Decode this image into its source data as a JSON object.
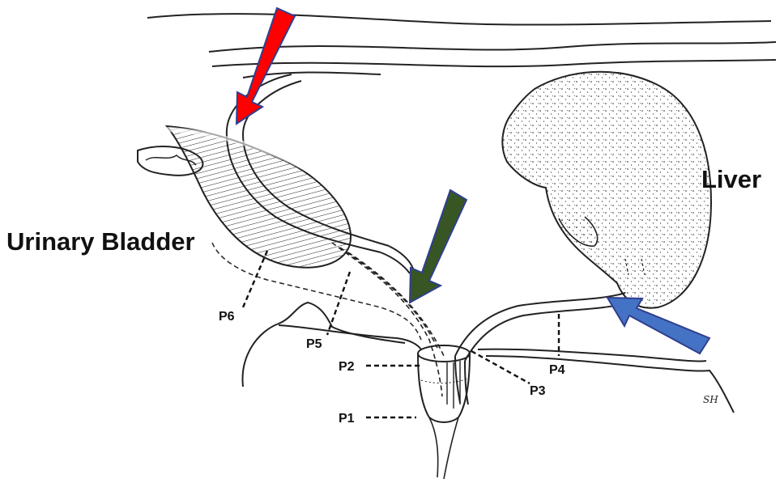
{
  "labels": {
    "liver": "Liver",
    "bladder": "Urinary Bladder",
    "p1": "P1",
    "p2": "P2",
    "p3": "P3",
    "p4": "P4",
    "p5": "P5",
    "p6": "P6",
    "signature": "SH"
  },
  "arrows": {
    "red": "#ff0000",
    "green": "#375623",
    "blue": "#4472c4"
  }
}
